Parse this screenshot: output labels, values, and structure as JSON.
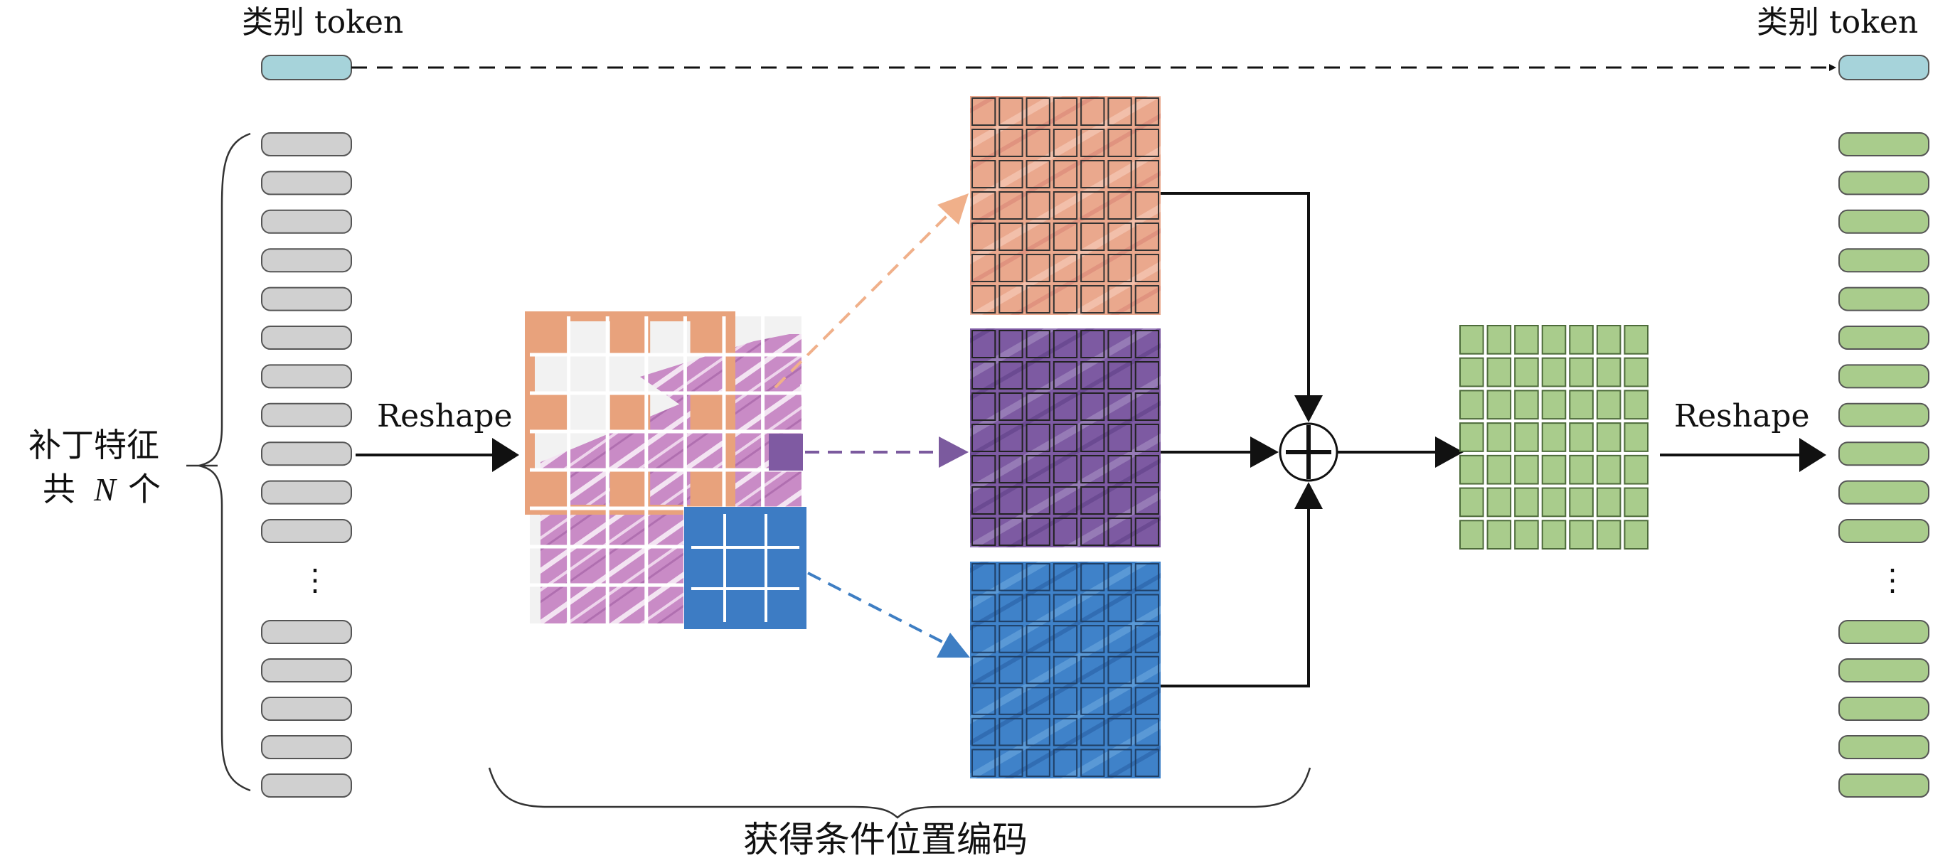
{
  "labels": {
    "class_token_left": "类别 token",
    "class_token_right": "类别 token",
    "patch_features_line1": "补丁特征",
    "patch_features_line2_a": "共",
    "patch_features_line2_n": "N",
    "patch_features_line2_b": "个",
    "reshape_left": "Reshape",
    "reshape_right": "Reshape",
    "bottom_caption": "获得条件位置编码",
    "ellipsis_left": "⋮",
    "ellipsis_right": "⋮"
  },
  "colors": {
    "class_token": "#a6d3da",
    "patch_token": "#d0d0d0",
    "output_token": "#a9cc8c",
    "orange": "#e8a27c",
    "purple": "#7f5aa2",
    "blue": "#3d7cc4",
    "green_grid": "#a9cc8c",
    "tissue": "#c77dc0",
    "arrow_orange": "#f0b08a",
    "arrow_purple": "#7b5a9e",
    "arrow_blue": "#3e7ec3"
  },
  "token_columns": {
    "top_group_count": 11,
    "bottom_group_count": 5
  },
  "grids": {
    "feature_grid_size": 7,
    "input_grid_size": 7,
    "kernel_size": 3
  },
  "icons": {
    "sum_node": "plus-circle-icon"
  }
}
